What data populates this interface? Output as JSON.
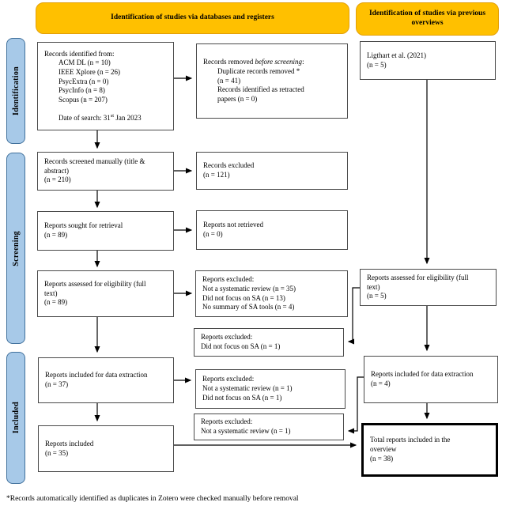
{
  "colors": {
    "header_bg": "#FFC000",
    "header_border": "#E3A008",
    "sidebar_bg": "#A7C9E8",
    "sidebar_border": "#41719C",
    "box_border": "#4a4a4a",
    "arrow": "#000000"
  },
  "headers": {
    "databases": "Identification of studies via databases and registers",
    "overviews": "Identification of studies via previous overviews"
  },
  "sidebar": {
    "identification": "Identification",
    "screening": "Screening",
    "included": "Included"
  },
  "boxes": {
    "records_identified": {
      "intro": "Records identified from:",
      "sources": "ACM DL (n = 10)\nIEEE Xplore (n = 26)\nPsycExtra (n = 0)\nPsycInfo (n = 8)\nScopus (n = 207)",
      "date_prefix": "Date of search: 31",
      "date_sup": "st",
      "date_suffix": " Jan 2023"
    },
    "records_removed": {
      "prefix": "Records removed ",
      "italic": "before screening",
      "suffix": ":",
      "details": "Duplicate records removed *\n(n = 41)\nRecords identified as retracted\npapers (n = 0)"
    },
    "ligthart": "Ligthart et al. (2021)\n(n = 5)",
    "records_screened": "Records screened manually (title &\nabstract)\n(n = 210)",
    "records_excluded": "Records excluded\n(n = 121)",
    "reports_sought": "Reports sought for retrieval\n(n = 89)",
    "reports_not_retrieved": "Reports not retrieved\n(n = 0)",
    "reports_assessed_db": "Reports assessed for eligibility (full\ntext)\n(n = 89)",
    "excluded_eligibility": "Reports excluded:\nNot a systematic review (n = 35)\nDid not focus on SA (n = 13)\nNo summary of SA tools (n = 4)",
    "excluded_sa": "Reports excluded:\nDid not focus on SA (n = 1)",
    "reports_assessed_ov": "Reports assessed for eligibility (full\ntext)\n(n = 5)",
    "data_extraction_db": "Reports included for data extraction\n(n = 37)",
    "excluded_extraction": "Reports excluded:\nNot a systematic review (n = 1)\nDid not focus on SA (n = 1)",
    "excluded_included": "Reports excluded:\nNot a systematic review (n = 1)",
    "reports_included": "Reports included\n(n = 35)",
    "data_extraction_ov": "Reports included for data extraction\n(n = 4)",
    "total": "Total reports included in the\noverview\n(n = 38)"
  },
  "footnote": "*Records automatically identified as duplicates in Zotero were checked manually before removal"
}
